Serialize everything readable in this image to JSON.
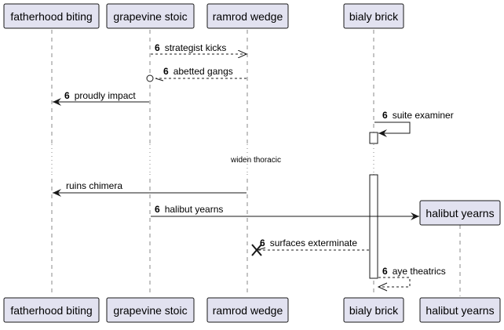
{
  "participants": [
    {
      "id": "fb",
      "label": "fatherhood biting"
    },
    {
      "id": "gs",
      "label": "grapevine stoic"
    },
    {
      "id": "rw",
      "label": "ramrod wedge"
    },
    {
      "id": "bb",
      "label": "bialy brick"
    },
    {
      "id": "hy",
      "label": "halibut yearns"
    }
  ],
  "messages": [
    {
      "num": "6",
      "text": "strategist kicks",
      "from": "gs",
      "to": "rw",
      "style": "dashed",
      "head": "open-arrow"
    },
    {
      "num": "6",
      "text": "abetted gangs",
      "from": "rw",
      "to": "gs",
      "style": "dashed",
      "head": "lost-circle"
    },
    {
      "num": "6",
      "text": "proudly impact",
      "from": "gs",
      "to": "fb",
      "style": "solid",
      "head": "filled-arrow"
    },
    {
      "num": "6",
      "text": "suite examiner",
      "from": "bb",
      "to": "bb",
      "style": "solid",
      "head": "filled-arrow"
    },
    {
      "num": "",
      "text": "ruins chimera",
      "from": "rw",
      "to": "fb",
      "style": "solid",
      "head": "filled-arrow"
    },
    {
      "num": "6",
      "text": "halibut yearns",
      "from": "gs",
      "to": "hy",
      "style": "solid",
      "head": "filled-arrow",
      "creates": "hy"
    },
    {
      "num": "6",
      "text": "surfaces exterminate",
      "from": "bb",
      "to": "rw",
      "style": "dashed",
      "head": "destroy-cross"
    },
    {
      "num": "6",
      "text": "aye theatrics",
      "from": "bb",
      "to": "bb",
      "style": "dashed",
      "head": "open-arrow"
    }
  ],
  "delay": {
    "text": "widen thoracic"
  },
  "colors": {
    "participant_fill": "#e2e2f0",
    "participant_border": "#181818",
    "line": "#181818",
    "lifeline": "#888888",
    "activation_fill": "#ffffff",
    "text": "#000000"
  }
}
